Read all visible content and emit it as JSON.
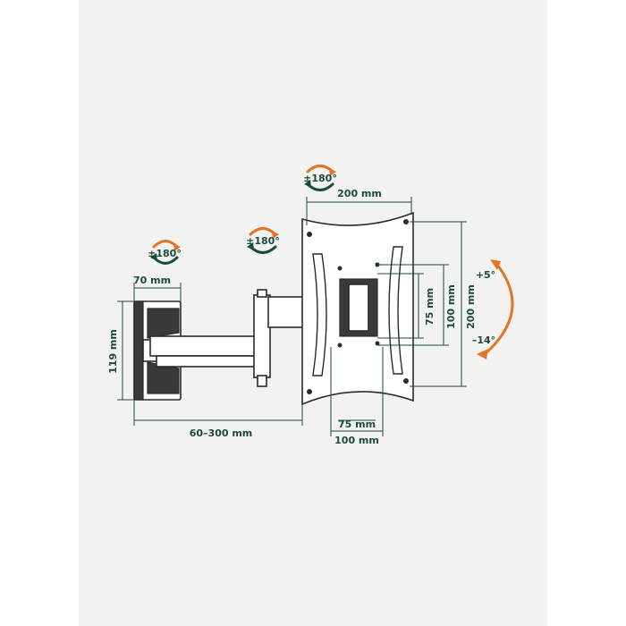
{
  "rotation_labels": {
    "wall_swivel": "±180°",
    "arm_swivel": "±180°",
    "plate_rotation": "±180°"
  },
  "tilt_labels": {
    "up": "+5°",
    "down": "–14°"
  },
  "dimensions": {
    "wall_plate_width": "70 mm",
    "wall_plate_height": "119 mm",
    "arm_extension": "60–300 mm",
    "vesa_width_outer": "200 mm",
    "vesa_width_middle": "100 mm",
    "vesa_width_inner": "75 mm",
    "vesa_height_outer": "200 mm",
    "vesa_height_middle": "100 mm",
    "vesa_height_inner": "75 mm"
  }
}
